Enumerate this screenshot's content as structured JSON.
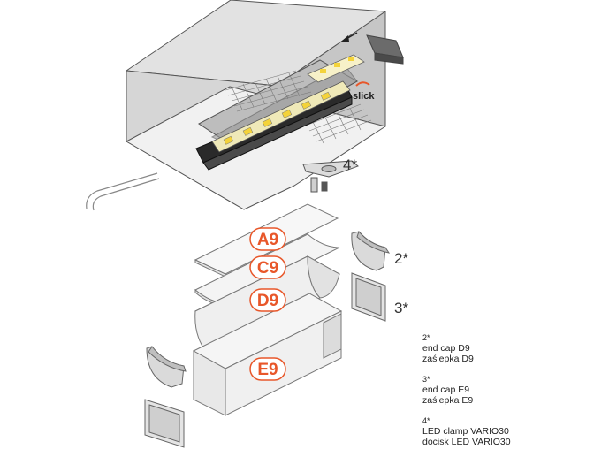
{
  "colors": {
    "accent": "#e8572a",
    "outline": "#555555",
    "ceiling": "#cfcfcf",
    "panel": "#f4f4f4"
  },
  "badges": {
    "a9": "A9",
    "c9": "C9",
    "d9": "D9",
    "e9": "E9"
  },
  "callouts": {
    "c2": "2*",
    "c3": "3*",
    "c4": "4*"
  },
  "brand": {
    "logo_text": "slick"
  },
  "legend": [
    {
      "num": "2*",
      "en": "end cap D9",
      "pl": "zaślepka D9"
    },
    {
      "num": "3*",
      "en": "end cap E9",
      "pl": "zaślepka E9"
    },
    {
      "num": "4*",
      "en": "LED clamp VARIO30",
      "pl": "docisk LED VARIO30"
    }
  ]
}
